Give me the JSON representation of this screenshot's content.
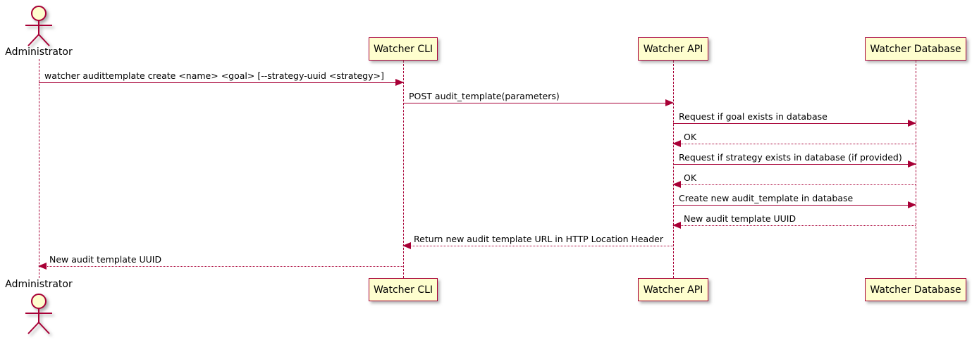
{
  "diagram": {
    "type": "uml-sequence",
    "actor": {
      "name": "Administrator"
    },
    "participants": [
      {
        "name": "Watcher CLI"
      },
      {
        "name": "Watcher API"
      },
      {
        "name": "Watcher Database"
      }
    ],
    "messages": [
      {
        "from": "Administrator",
        "to": "Watcher CLI",
        "style": "solid",
        "text": "watcher audittemplate create <name> <goal> [--strategy-uuid <strategy>]"
      },
      {
        "from": "Watcher CLI",
        "to": "Watcher API",
        "style": "solid",
        "text": "POST audit_template(parameters)"
      },
      {
        "from": "Watcher API",
        "to": "Watcher Database",
        "style": "solid",
        "text": "Request if goal exists in database"
      },
      {
        "from": "Watcher Database",
        "to": "Watcher API",
        "style": "return",
        "text": "OK"
      },
      {
        "from": "Watcher API",
        "to": "Watcher Database",
        "style": "solid",
        "text": "Request if strategy exists in database (if provided)"
      },
      {
        "from": "Watcher Database",
        "to": "Watcher API",
        "style": "return",
        "text": "OK"
      },
      {
        "from": "Watcher API",
        "to": "Watcher Database",
        "style": "solid",
        "text": "Create new audit_template in database"
      },
      {
        "from": "Watcher Database",
        "to": "Watcher API",
        "style": "return",
        "text": "New audit template UUID"
      },
      {
        "from": "Watcher API",
        "to": "Watcher CLI",
        "style": "return",
        "text": "Return new audit template URL in HTTP Location Header"
      },
      {
        "from": "Watcher CLI",
        "to": "Administrator",
        "style": "return",
        "text": "New audit template UUID"
      }
    ],
    "colors": {
      "fill": "#FEFECE",
      "stroke": "#A80036",
      "text": "#000000"
    }
  }
}
